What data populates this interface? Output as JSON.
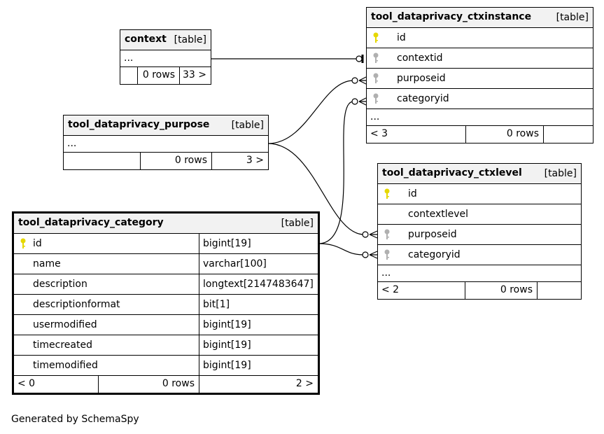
{
  "tables": {
    "context": {
      "name": "context",
      "type": "[table]",
      "ellipsis": "...",
      "rows": "0 rows",
      "children": "33 >"
    },
    "ctxinstance": {
      "name": "tool_dataprivacy_ctxinstance",
      "type": "[table]",
      "columns": [
        {
          "name": "id",
          "key": "primary"
        },
        {
          "name": "contextid",
          "key": "foreign"
        },
        {
          "name": "purposeid",
          "key": "foreign"
        },
        {
          "name": "categoryid",
          "key": "foreign"
        }
      ],
      "ellipsis": "...",
      "parents": "< 3",
      "rows": "0 rows"
    },
    "purpose": {
      "name": "tool_dataprivacy_purpose",
      "type": "[table]",
      "ellipsis": "...",
      "rows": "0 rows",
      "children": "3 >"
    },
    "ctxlevel": {
      "name": "tool_dataprivacy_ctxlevel",
      "type": "[table]",
      "columns": [
        {
          "name": "id",
          "key": "primary"
        },
        {
          "name": "contextlevel",
          "key": "none"
        },
        {
          "name": "purposeid",
          "key": "foreign"
        },
        {
          "name": "categoryid",
          "key": "foreign"
        }
      ],
      "ellipsis": "...",
      "parents": "< 2",
      "rows": "0 rows"
    },
    "category": {
      "name": "tool_dataprivacy_category",
      "type": "[table]",
      "columns": [
        {
          "name": "id",
          "datatype": "bigint[19]",
          "key": "primary"
        },
        {
          "name": "name",
          "datatype": "varchar[100]",
          "key": "none"
        },
        {
          "name": "description",
          "datatype": "longtext[2147483647]",
          "key": "none"
        },
        {
          "name": "descriptionformat",
          "datatype": "bit[1]",
          "key": "none"
        },
        {
          "name": "usermodified",
          "datatype": "bigint[19]",
          "key": "none"
        },
        {
          "name": "timecreated",
          "datatype": "bigint[19]",
          "key": "none"
        },
        {
          "name": "timemodified",
          "datatype": "bigint[19]",
          "key": "none"
        }
      ],
      "parents": "< 0",
      "rows": "0 rows",
      "children": "2 >"
    }
  },
  "relationships": [
    {
      "from": "context",
      "to": "tool_dataprivacy_ctxinstance.contextid",
      "cardinality": "one-to-zero-or-one"
    },
    {
      "from": "tool_dataprivacy_purpose",
      "to": "tool_dataprivacy_ctxinstance.purposeid",
      "cardinality": "one-to-zero-or-many"
    },
    {
      "from": "tool_dataprivacy_purpose",
      "to": "tool_dataprivacy_ctxlevel.purposeid",
      "cardinality": "one-to-zero-or-many"
    },
    {
      "from": "tool_dataprivacy_category.id",
      "to": "tool_dataprivacy_ctxinstance.categoryid",
      "cardinality": "one-to-zero-or-many"
    },
    {
      "from": "tool_dataprivacy_category.id",
      "to": "tool_dataprivacy_ctxlevel.categoryid",
      "cardinality": "one-to-zero-or-many"
    }
  ],
  "colors": {
    "primary_key": "#e6d800",
    "foreign_key": "#b0b0b0",
    "header_bg": "#f2f2f2",
    "line": "#000000"
  },
  "footer": "Generated by SchemaSpy"
}
